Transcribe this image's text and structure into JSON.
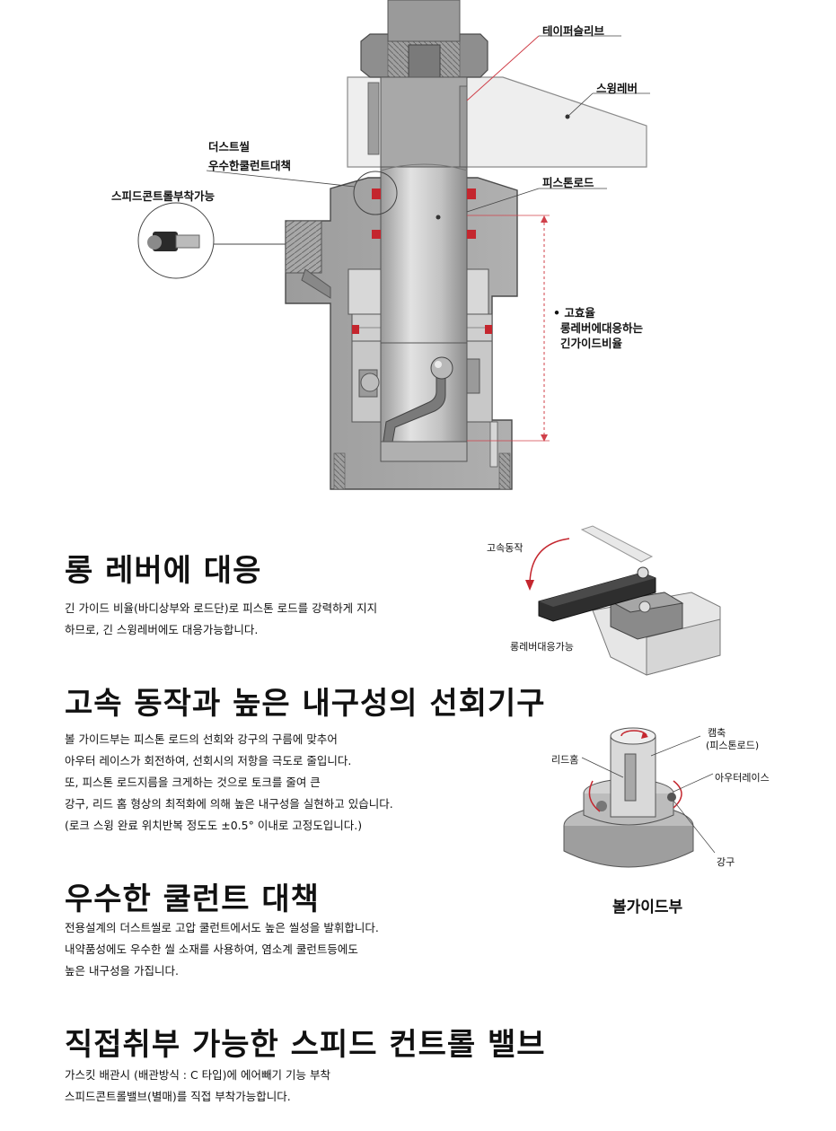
{
  "diagram": {
    "labels": {
      "taper_sleeve": "테이퍼슬리브",
      "swing_lever": "스윙레버",
      "dust_seal": "더스트씰",
      "coolant_measure": "우수한쿨런트대책",
      "speed_control": "스피드콘트롤부착가능",
      "piston_rod": "피스톤로드",
      "ratio_line1": "• 고효율",
      "ratio_line2": "롱레버에대응하는",
      "ratio_line3": "긴가이드비율"
    }
  },
  "sections": [
    {
      "heading": "롱 레버에 대응",
      "lines": [
        "긴 가이드 비율(바디상부와 로드단)로 피스톤 로드를 강력하게 지지",
        "하므로, 긴 스윙레버에도 대응가능합니다."
      ]
    },
    {
      "heading": "고속 동작과 높은 내구성의 선회기구",
      "lines": [
        "볼 가이드부는 피스톤 로드의 선회와 강구의 구름에 맞추어",
        "아우터 레이스가 회전하여, 선회시의 저항을 극도로 줄입니다.",
        "또, 피스톤 로드지름을 크게하는 것으로 토크를 줄여 큰",
        "강구, 리드 홈 형상의 최적화에 의해 높은 내구성을 실현하고 있습니다.",
        "(로크 스윙 완료 위치반복 정도도 ±0.5° 이내로 고정도입니다.)"
      ]
    },
    {
      "heading": "우수한 쿨런트 대책",
      "lines": [
        "전용설계의 더스트씰로 고압 쿨런트에서도 높은 씰성을 발휘합니다.",
        "내약품성에도 우수한 씰 소재를 사용하여, 염소계 쿨런트등에도",
        "높은 내구성을 가집니다."
      ]
    },
    {
      "heading": "직접취부 가능한 스피드 컨트롤 밸브",
      "lines": [
        "가스킷 배관시 (배관방식 : C 타입)에 에어빼기 기능 부착",
        "스피드콘트롤밸브(별매)를 직접 부착가능합니다."
      ]
    }
  ],
  "lever_figure": {
    "high_speed": "고속동작",
    "long_lever": "롱레버대응가능"
  },
  "ball_figure": {
    "cam_shaft_line1": "캠축",
    "cam_shaft_line2": "(피스톤로드)",
    "lead_groove": "리드홈",
    "outer_race": "아우터레이스",
    "steel_ball": "강구",
    "caption": "볼가이드부"
  },
  "colors": {
    "body_gray": "#a3a3a3",
    "rod_gray": "#c4c4c4",
    "seal_red": "#c4262e",
    "leader_red": "#d0404a",
    "text": "#111111"
  }
}
